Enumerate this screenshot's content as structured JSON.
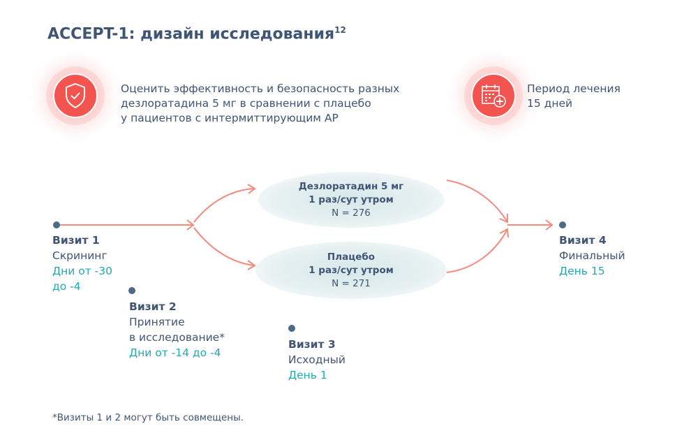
{
  "title": "ACCEPT-1: дизайн исследования",
  "title_sup": "12",
  "goal": {
    "icon": "shield-check-icon",
    "lines": [
      "Оценить эффективность и безопасность разных",
      "дезлоратадина 5 мг в сравнении с плацебо",
      "у пациентов с интермиттирующим АР"
    ]
  },
  "period": {
    "icon": "calendar-plus-icon",
    "lines": [
      "Период лечения",
      "15 дней"
    ]
  },
  "arms": [
    {
      "name": "Дезлоратадин 5 мг",
      "dose": "1 раз/сут утром",
      "n": "N = 276"
    },
    {
      "name": "Плацебо",
      "dose": "1 раз/сут утром",
      "n": "N = 271"
    }
  ],
  "visits": [
    {
      "title": "Визит 1",
      "desc": "Скрининг",
      "days": [
        "Дни от -30",
        "до -4"
      ]
    },
    {
      "title": "Визит 2",
      "desc": [
        "Принятие",
        "в исследование*"
      ],
      "days": "Дни от -14 до -4"
    },
    {
      "title": "Визит 3",
      "desc": "Исходный",
      "days": "День 1"
    },
    {
      "title": "Визит 4",
      "desc": "Финальный",
      "days": "День 15"
    }
  ],
  "footnote": "*Визиты 1 и 2 могут быть совмещены.",
  "colors": {
    "accent": "#f4544f",
    "teal": "#26a7b5",
    "text": "#3f5573"
  }
}
